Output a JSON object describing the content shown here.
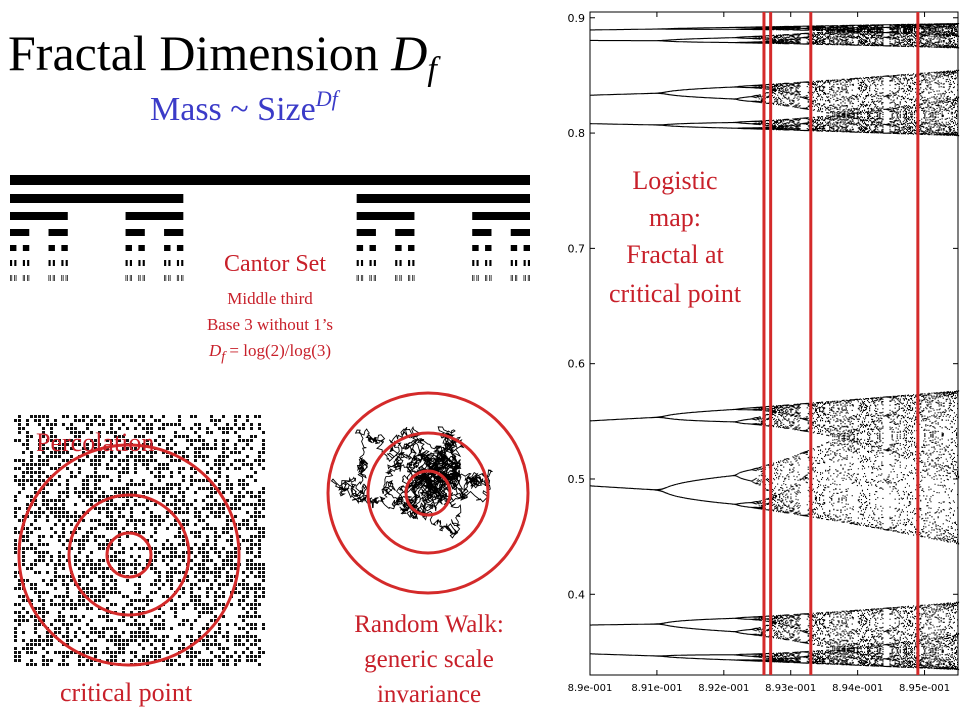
{
  "title": {
    "prefix": "Fractal Dimension ",
    "symbol": "D",
    "subscript": "f"
  },
  "mass_law": {
    "base": "Mass ~ Size",
    "exponent": "Df"
  },
  "cantor": {
    "label": "Cantor Set",
    "lines": [
      "Middle third",
      "Base 3 without 1’s"
    ],
    "formula_symbol": "D",
    "formula_subscript": "f",
    "formula_rest": " = log(2)/log(3)",
    "levels": 7
  },
  "percolation": {
    "label": "Percolation",
    "caption": "critical point"
  },
  "random_walk": {
    "lines": [
      "Random Walk:",
      "generic scale",
      "invariance"
    ]
  },
  "logistic": {
    "lines": [
      "Logistic",
      "map:",
      "Fractal at",
      "critical point"
    ],
    "chart_data": {
      "type": "scatter",
      "x_ticks": [
        "8.9e-001",
        "8.91e-001",
        "8.92e-001",
        "8.93e-001",
        "8.94e-001",
        "8.95e-001"
      ],
      "y_ticks": [
        "0.4",
        "0.5",
        "0.6",
        "0.7",
        "0.8",
        "0.9"
      ],
      "xlim": [
        0.89,
        0.8955
      ],
      "ylim": [
        0.33,
        0.905
      ],
      "marked_lines_x": [
        0.8926,
        0.8927,
        0.8933,
        0.8949
      ]
    }
  },
  "colors": {
    "accent_red": "#d42a2a",
    "blue": "#3b3bc8",
    "label_red": "#c8202a"
  }
}
